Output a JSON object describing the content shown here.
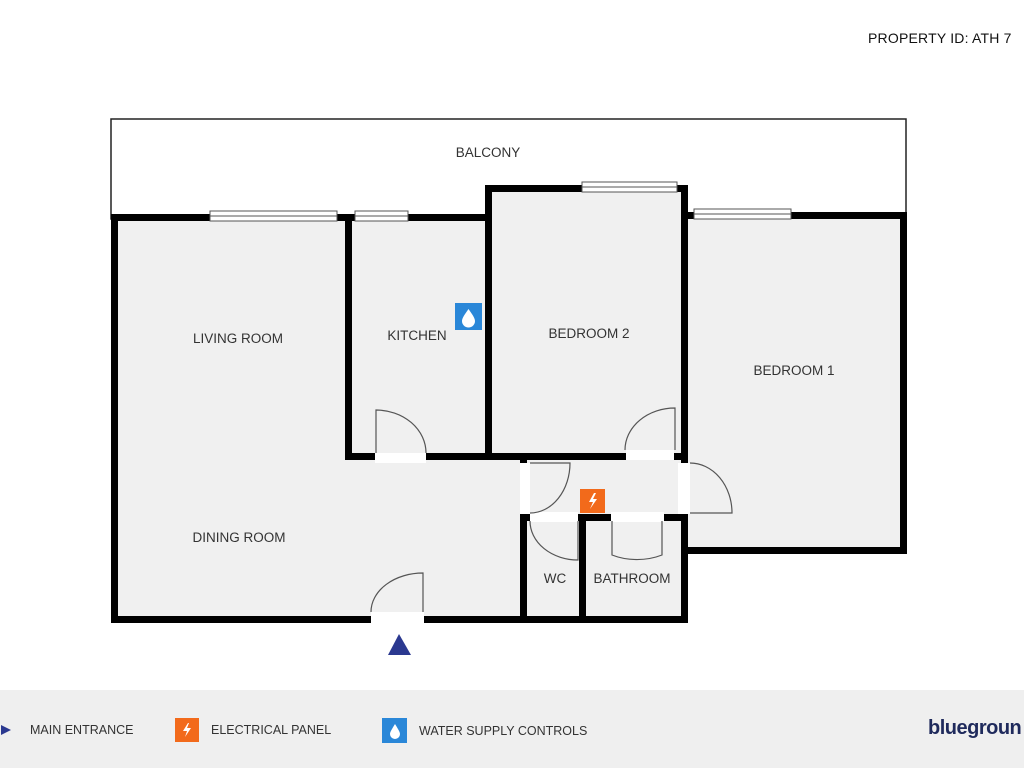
{
  "header": {
    "property_id": "PROPERTY ID: ATH 7"
  },
  "rooms": {
    "balcony": "BALCONY",
    "living_room": "LIVING ROOM",
    "kitchen": "KITCHEN",
    "bedroom2": "BEDROOM 2",
    "bedroom1": "BEDROOM 1",
    "dining_room": "DINING ROOM",
    "wc": "WC",
    "bathroom": "BATHROOM"
  },
  "legend": {
    "items": [
      {
        "label": "MAIN ENTRANCE",
        "icon": "triangle-icon",
        "color": "#2b3990"
      },
      {
        "label": "ELECTRICAL PANEL",
        "icon": "lightning-icon",
        "color": "#f26a1b"
      },
      {
        "label": "WATER SUPPLY CONTROLS",
        "icon": "water-drop-icon",
        "color": "#2a87d8"
      }
    ],
    "logo": "bluegroun"
  },
  "colors": {
    "floor": "#f0f0f0",
    "wall": "#000000",
    "electrical": "#f26a1b",
    "water": "#2a87d8",
    "entrance": "#2b3990",
    "brand": "#1f2a5c"
  }
}
